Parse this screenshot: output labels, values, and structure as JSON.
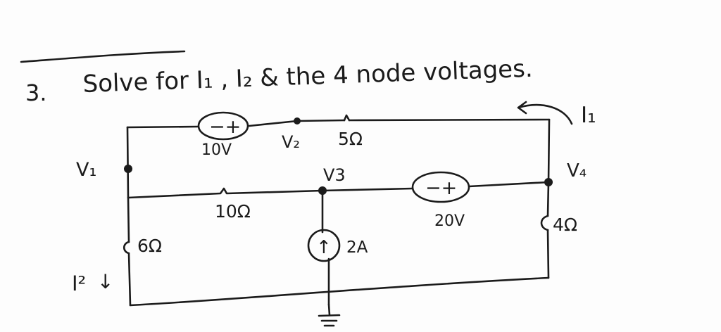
{
  "problem": {
    "number": "3.",
    "statement": "Solve for I₁ , I₂ & the 4 node voltages."
  },
  "labels": {
    "v1": "V₁",
    "v2": "V₂",
    "v3": "V3",
    "v4": "V₄",
    "i1": "I₁",
    "i2": "I²",
    "r5": "5Ω",
    "r10": "10Ω",
    "r6": "6Ω",
    "r4": "4Ω",
    "src10v": "10V",
    "src20v": "20V",
    "src2a": "2A",
    "plus": "−+",
    "arrow_up": "↑",
    "arrow_down": "↓"
  }
}
